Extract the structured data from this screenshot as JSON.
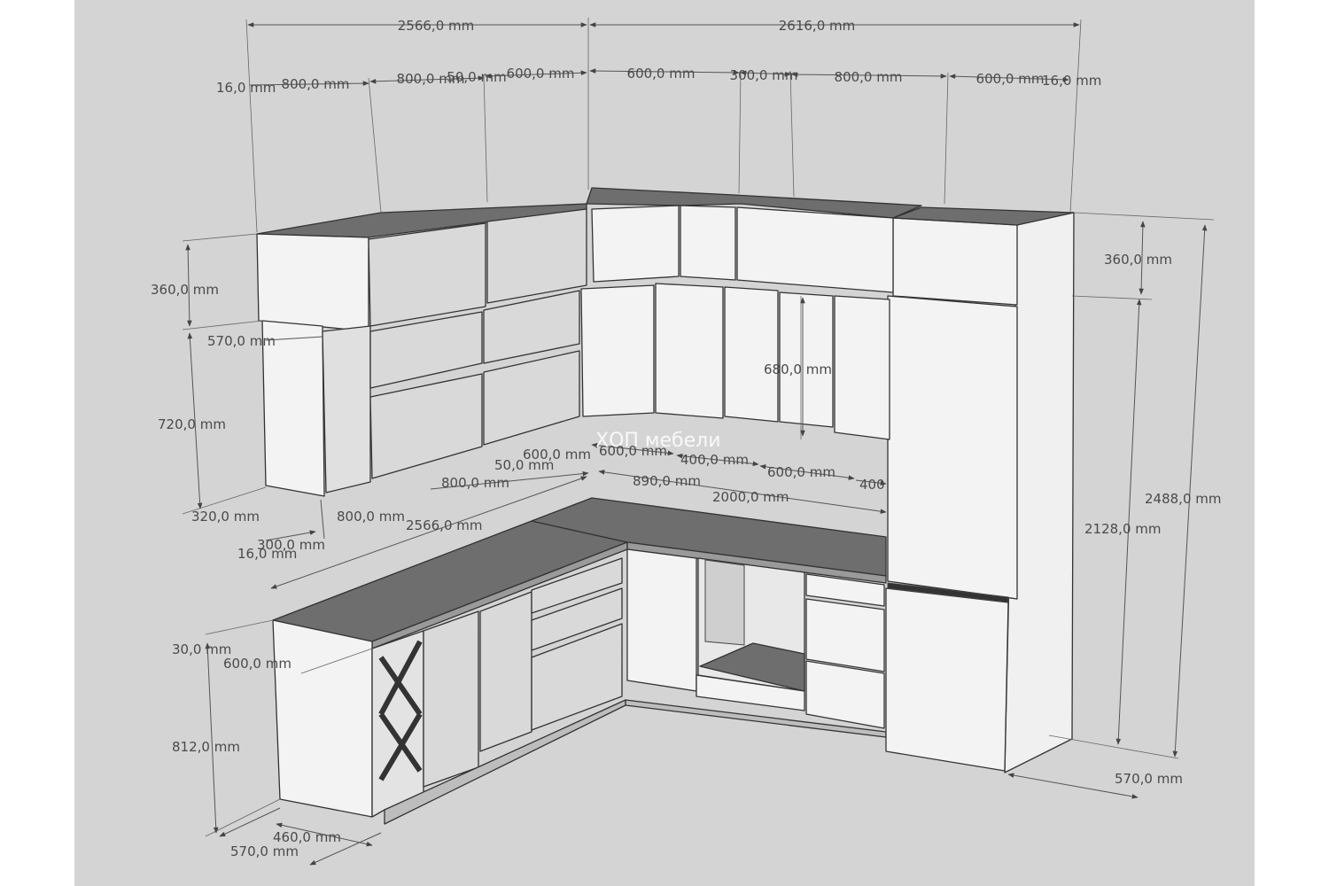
{
  "watermark": "ХОП мебели",
  "colors": {
    "background": "#ffffff",
    "viewport": "#d4d4d4",
    "countertop": "#6e6e6e",
    "cabinet_front": "#d9d9d9",
    "cabinet_light": "#f4f4f4",
    "dimension_text": "#4a4a4a"
  },
  "dimensions": {
    "top_left_total": "2566,0 mm",
    "top_right_total": "2616,0 mm",
    "top_panel_left": "16,0 mm",
    "top_left_800_a": "800,0 mm",
    "top_left_800_b": "800,0 mm",
    "top_left_50": "50,0 mm",
    "top_left_600": "600,0 mm",
    "top_right_600_a": "600,0 mm",
    "top_right_300": "300,0 mm",
    "top_right_800": "800,0 mm",
    "top_right_600_b": "600,0 mm",
    "top_panel_right": "16,0 mm",
    "left_mezzanine_height": "360,0 mm",
    "left_depth_upper": "570,0 mm",
    "left_upper_height": "720,0 mm",
    "left_upper_depth": "320,0 mm",
    "left_300": "300,0 mm",
    "left_16": "16,0 mm",
    "left_under_800_a": "800,0 mm",
    "left_under_800_b": "800,0 mm",
    "mid_50": "50,0 mm",
    "mid_600_a": "600,0 mm",
    "mid_600_b": "600,0 mm",
    "mid_400": "400,0 mm",
    "mid_600_c": "600,0 mm",
    "mid_400_b": "400",
    "mid_890": "890,0 mm",
    "mid_2000": "2000,0 mm",
    "mid_680": "680,0 mm",
    "bottom_left_length": "2566,0 mm",
    "countertop_thickness": "30,0 mm",
    "base_depth_600": "600,0 mm",
    "base_height": "812,0 mm",
    "base_depth_460": "460,0 mm",
    "base_depth_570": "570,0 mm",
    "right_mezzanine_height": "360,0 mm",
    "right_total_height": "2488,0 mm",
    "right_column_height": "2128,0 mm",
    "right_depth": "570,0 mm"
  }
}
